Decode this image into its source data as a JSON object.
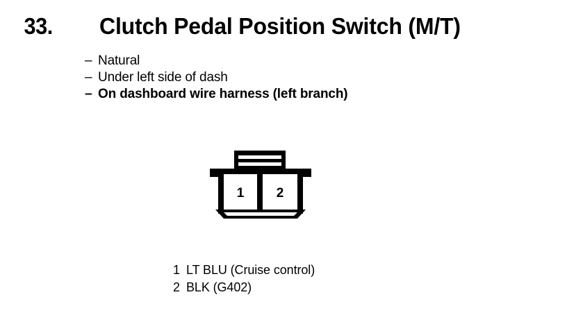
{
  "page": {
    "background_color": "#ffffff",
    "ink_color": "#000000"
  },
  "header": {
    "item_number": "33.",
    "title": "Clutch Pedal Position Switch (M/T)"
  },
  "description": {
    "bullet_char": "–",
    "items": [
      {
        "text": "Natural"
      },
      {
        "text": "Under left side of dash"
      },
      {
        "text": "On dashboard wire harness (left branch)"
      }
    ]
  },
  "connector": {
    "type": "2-cavity-connector-diagram",
    "cavity_count": 2,
    "cavities": [
      {
        "number": "1"
      },
      {
        "number": "2"
      }
    ]
  },
  "pin_legend": {
    "rows": [
      {
        "pin": "1",
        "text": "LT BLU (Cruise control)"
      },
      {
        "pin": "2",
        "text": "BLK (G402)"
      }
    ]
  }
}
